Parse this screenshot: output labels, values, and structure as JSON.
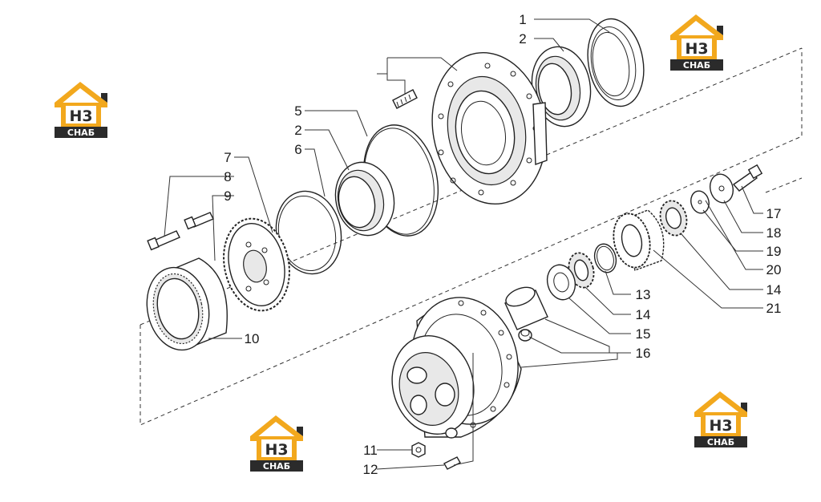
{
  "logos": [
    {
      "id": "logo-top-right",
      "top_text": "H3",
      "bottom_text": "СНАБ"
    },
    {
      "id": "logo-left",
      "top_text": "H3",
      "bottom_text": "СНАБ"
    },
    {
      "id": "logo-bottom-center",
      "top_text": "H3",
      "bottom_text": "СНАБ"
    },
    {
      "id": "logo-bottom-right",
      "top_text": "H3",
      "bottom_text": "СНАБ"
    }
  ],
  "colors": {
    "logo_orange": "#f2a81d",
    "logo_dark": "#2b2b2b",
    "line": "#222222"
  },
  "callouts": [
    {
      "id": "c1",
      "label": "1"
    },
    {
      "id": "c2a",
      "label": "2"
    },
    {
      "id": "c5",
      "label": "5"
    },
    {
      "id": "c2b",
      "label": "2"
    },
    {
      "id": "c6",
      "label": "6"
    },
    {
      "id": "c7",
      "label": "7"
    },
    {
      "id": "c8",
      "label": "8"
    },
    {
      "id": "c9",
      "label": "9"
    },
    {
      "id": "c10",
      "label": "10"
    },
    {
      "id": "c17",
      "label": "17"
    },
    {
      "id": "c18",
      "label": "18"
    },
    {
      "id": "c19",
      "label": "19"
    },
    {
      "id": "c20",
      "label": "20"
    },
    {
      "id": "c14a",
      "label": "14"
    },
    {
      "id": "c21",
      "label": "21"
    },
    {
      "id": "c13",
      "label": "13"
    },
    {
      "id": "c14b",
      "label": "14"
    },
    {
      "id": "c15",
      "label": "15"
    },
    {
      "id": "c16",
      "label": "16"
    },
    {
      "id": "c11",
      "label": "11"
    },
    {
      "id": "c12",
      "label": "12"
    }
  ]
}
